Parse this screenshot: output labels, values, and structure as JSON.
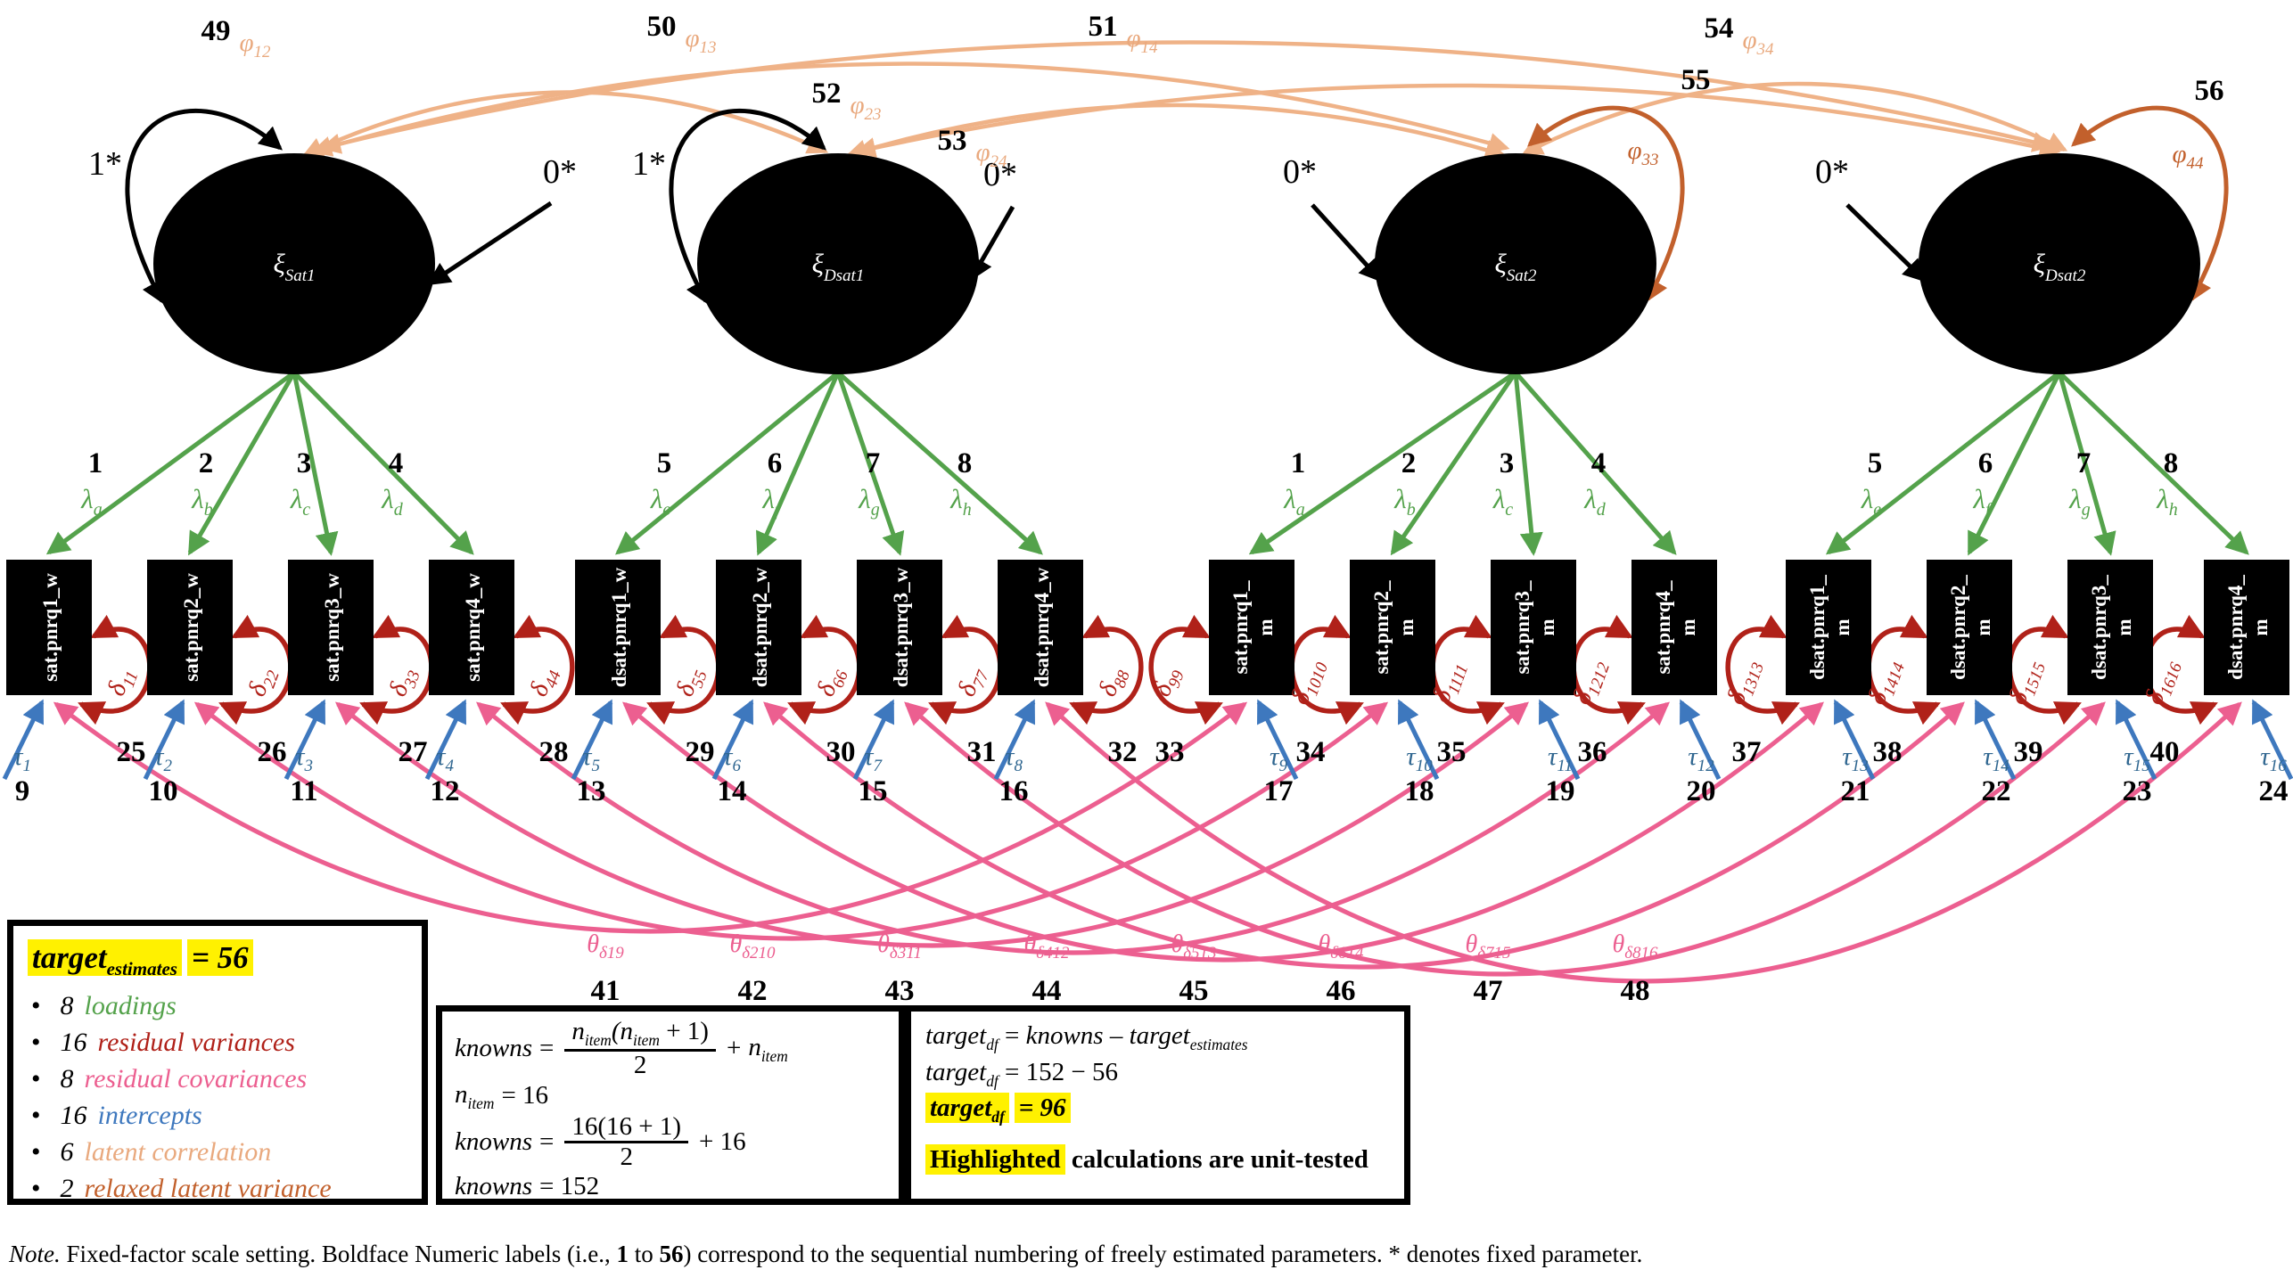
{
  "legend": {
    "title_main": "target",
    "title_sub": "estimates",
    "title_value": "= 56",
    "items": [
      {
        "count": "8",
        "label": "loadings",
        "color": "#54A24B"
      },
      {
        "count": "16",
        "label": "residual variances",
        "color": "#B02119"
      },
      {
        "count": "8",
        "label": "residual covariances",
        "color": "#EC5F90"
      },
      {
        "count": "16",
        "label": "intercepts",
        "color": "#3E78BE"
      },
      {
        "count": "6",
        "label": "latent correlation",
        "color": "#E9A97E"
      },
      {
        "count": "2",
        "label": "relaxed latent variance",
        "color": "#C2602C"
      }
    ]
  },
  "calc_box": {
    "l1_lhs": "knowns",
    "l1_eq": "=",
    "l1_n1": "n",
    "l1_n1s": "item",
    "l1_n2": "(n",
    "l1_n2s": "item",
    "l1_n3": " + 1)",
    "l1_den": "2",
    "l1_plus": "+",
    "l1_t1": "n",
    "l1_t1s": "item",
    "l2_lhs": "n",
    "l2_lhs_sub": "item",
    "l2_rhs": "= 16",
    "l3_lhs": "knowns",
    "l3_eq": "=",
    "l3_num": "16(16 + 1)",
    "l3_den": "2",
    "l3_tail": "+ 16",
    "l4_lhs": "knowns",
    "l4_rhs": "= 152"
  },
  "df_box": {
    "d1_a": "target",
    "d1_as": "df",
    "d1_b": "=",
    "d1_c": "knowns",
    "d1_d": "–",
    "d1_e": "target",
    "d1_es": "estimates",
    "d2_a": "target",
    "d2_as": "df",
    "d2_b": "= 152  − 56",
    "d3_a": "target",
    "d3_as": "df",
    "d3_b": "= 96",
    "d4_hl": "Highlighted",
    "d4_rest": " calculations are unit-tested"
  },
  "note": {
    "prefix": "Note.",
    "mid1": " Fixed-factor scale setting. Boldface Numeric labels (i.e., ",
    "b1": "1",
    "mid2": " to ",
    "b2": "56",
    "mid3": ") correspond to the sequential numbering of freely estimated parameters. * denotes fixed parameter."
  },
  "diagram": {
    "symbols": {
      "latent": "ξ",
      "loading": "λ",
      "residual": "δ",
      "intercept": "τ",
      "covariance": "θ",
      "correlation": "φ"
    },
    "latents": [
      {
        "sub": "Sat1",
        "variance_label": "1*",
        "mean_label": "0*"
      },
      {
        "sub": "Dsat1",
        "variance_label": "1*",
        "mean_label": "0*"
      },
      {
        "sub": "Sat2",
        "mean_label": "0*",
        "variance_num": "55",
        "variance_sub": "33"
      },
      {
        "sub": "Dsat2",
        "mean_label": "0*",
        "variance_num": "56",
        "variance_sub": "44"
      }
    ],
    "indicators": [
      {
        "lines": [
          "sat.pnrq1_w"
        ],
        "load_num": "1",
        "load_sub": "a",
        "res_num": "25",
        "res_sub": "11",
        "int_num": "9",
        "int_sub": "1"
      },
      {
        "lines": [
          "sat.pnrq2_w"
        ],
        "load_num": "2",
        "load_sub": "b",
        "res_num": "26",
        "res_sub": "22",
        "int_num": "10",
        "int_sub": "2"
      },
      {
        "lines": [
          "sat.pnrq3_w"
        ],
        "load_num": "3",
        "load_sub": "c",
        "res_num": "27",
        "res_sub": "33",
        "int_num": "11",
        "int_sub": "3"
      },
      {
        "lines": [
          "sat.pnrq4_w"
        ],
        "load_num": "4",
        "load_sub": "d",
        "res_num": "28",
        "res_sub": "44",
        "int_num": "12",
        "int_sub": "4"
      },
      {
        "lines": [
          "dsat.pnrq1_w"
        ],
        "load_num": "5",
        "load_sub": "e",
        "res_num": "29",
        "res_sub": "55",
        "int_num": "13",
        "int_sub": "5"
      },
      {
        "lines": [
          "dsat.pnrq2_w"
        ],
        "load_num": "6",
        "load_sub": "f",
        "res_num": "30",
        "res_sub": "66",
        "int_num": "14",
        "int_sub": "6"
      },
      {
        "lines": [
          "dsat.pnrq3_w"
        ],
        "load_num": "7",
        "load_sub": "g",
        "res_num": "31",
        "res_sub": "77",
        "int_num": "15",
        "int_sub": "7"
      },
      {
        "lines": [
          "dsat.pnrq4_w"
        ],
        "load_num": "8",
        "load_sub": "h",
        "res_num": "32",
        "res_sub": "88",
        "int_num": "16",
        "int_sub": "8"
      },
      {
        "lines": [
          "sat.pnrq1_",
          "m"
        ],
        "load_num": "1",
        "load_sub": "a",
        "res_num": "33",
        "res_sub": "99",
        "int_num": "17",
        "int_sub": "9"
      },
      {
        "lines": [
          "sat.pnrq2_",
          "m"
        ],
        "load_num": "2",
        "load_sub": "b",
        "res_num": "34",
        "res_sub": "1010",
        "int_num": "18",
        "int_sub": "10"
      },
      {
        "lines": [
          "sat.pnrq3_",
          "m"
        ],
        "load_num": "3",
        "load_sub": "c",
        "res_num": "35",
        "res_sub": "1111",
        "int_num": "19",
        "int_sub": "11"
      },
      {
        "lines": [
          "sat.pnrq4_",
          "m"
        ],
        "load_num": "4",
        "load_sub": "d",
        "res_num": "36",
        "res_sub": "1212",
        "int_num": "20",
        "int_sub": "12"
      },
      {
        "lines": [
          "dsat.pnrq1_",
          "m"
        ],
        "load_num": "5",
        "load_sub": "e",
        "res_num": "37",
        "res_sub": "1313",
        "int_num": "21",
        "int_sub": "13"
      },
      {
        "lines": [
          "dsat.pnrq2_",
          "m"
        ],
        "load_num": "6",
        "load_sub": "f",
        "res_num": "38",
        "res_sub": "1414",
        "int_num": "22",
        "int_sub": "14"
      },
      {
        "lines": [
          "dsat.pnrq3_",
          "m"
        ],
        "load_num": "7",
        "load_sub": "g",
        "res_num": "39",
        "res_sub": "1515",
        "int_num": "23",
        "int_sub": "15"
      },
      {
        "lines": [
          "dsat.pnrq4_",
          "m"
        ],
        "load_num": "8",
        "load_sub": "h",
        "res_num": "40",
        "res_sub": "1616",
        "int_num": "24",
        "int_sub": "16"
      }
    ],
    "covariances": [
      {
        "num": "41",
        "sub": "δ19"
      },
      {
        "num": "42",
        "sub": "δ210"
      },
      {
        "num": "43",
        "sub": "δ311"
      },
      {
        "num": "44",
        "sub": "δ412"
      },
      {
        "num": "45",
        "sub": "δ513"
      },
      {
        "num": "46",
        "sub": "δ614"
      },
      {
        "num": "47",
        "sub": "δ715"
      },
      {
        "num": "48",
        "sub": "δ816"
      }
    ],
    "correlations": [
      {
        "num": "49",
        "sub": "12"
      },
      {
        "num": "50",
        "sub": "13"
      },
      {
        "num": "51",
        "sub": "14"
      },
      {
        "num": "52",
        "sub": "23"
      },
      {
        "num": "53",
        "sub": "24"
      },
      {
        "num": "54",
        "sub": "34"
      }
    ]
  }
}
